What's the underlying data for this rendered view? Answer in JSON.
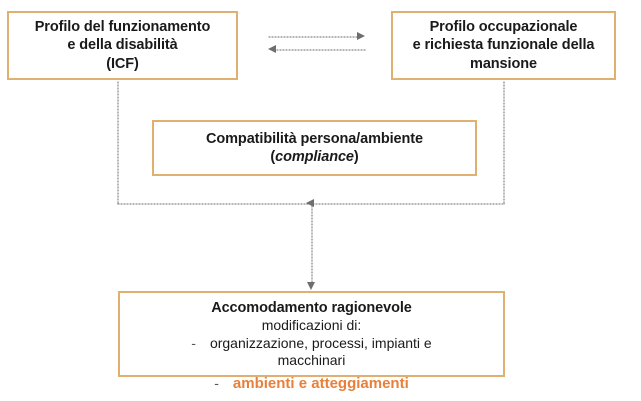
{
  "diagram": {
    "nodes": {
      "icf": {
        "lines": [
          "Profilo del funzionamento",
          "e della disabilità",
          "(ICF)"
        ]
      },
      "occupational": {
        "lines": [
          "Profilo occupazionale",
          "e richiesta funzionale della",
          "mansione"
        ]
      },
      "compatibility": {
        "line1": "Compatibilità persona/ambiente",
        "line2_open": "(",
        "line2_italic": "compliance",
        "line2_close": ")"
      },
      "accommodation": {
        "title": "Accomodamento ragionevole",
        "subtitle": "modificazioni di:",
        "bullet_mark": "-",
        "bullet1_line1": "organizzazione, processi, impianti e",
        "bullet1_line2": "macchinari",
        "bullet2_mark": "-",
        "bullet2": "ambienti e atteggiamenti"
      }
    },
    "colors": {
      "box_border": "#e0b070",
      "connector": "#6e6e6e",
      "highlight_text": "#e8803a",
      "body_text": "#1a1a1a",
      "background": "#ffffff"
    },
    "connectors": {
      "icf_to_occupational": "dotted arrow pointing right",
      "occupational_to_icf": "dotted arrow pointing left",
      "icf_down": "dotted vertical line",
      "occupational_down": "dotted vertical line",
      "join_to_accommodation": "dotted arrow pointing down"
    }
  }
}
